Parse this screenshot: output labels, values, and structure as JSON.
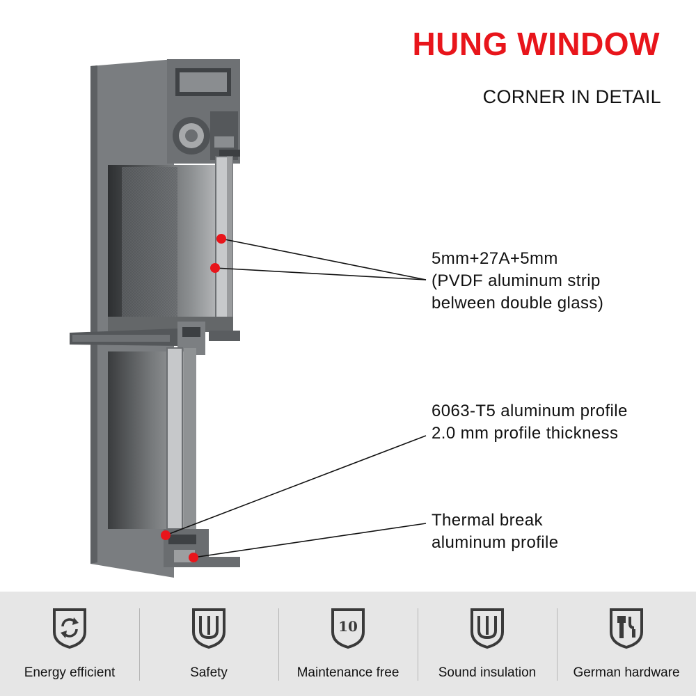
{
  "header": {
    "title": "HUNG WINDOW",
    "subtitle": "CORNER IN DETAIL"
  },
  "callouts": {
    "glass": {
      "lines": [
        "5mm+27A+5mm",
        "(PVDF aluminum strip",
        "belween double glass)"
      ]
    },
    "profile": {
      "lines": [
        "6063-T5 aluminum profile",
        "2.0 mm profile thickness"
      ]
    },
    "thermal": {
      "lines": [
        "Thermal break",
        "aluminum profile"
      ]
    }
  },
  "features": [
    {
      "label": "Energy efficient",
      "icon": "recycle-icon"
    },
    {
      "label": "Safety",
      "icon": "shield-icon"
    },
    {
      "label": "Maintenance free",
      "icon": "ten-badge-icon"
    },
    {
      "label": "Sound insulation",
      "icon": "shield-icon"
    },
    {
      "label": "German hardware",
      "icon": "hardware-icon"
    }
  ],
  "colors": {
    "title": "#e8151b",
    "marker": "#e8151b",
    "profile": "#6f7274",
    "profile_dark": "#4a4d50",
    "feature_bar": "#e6e6e6"
  }
}
